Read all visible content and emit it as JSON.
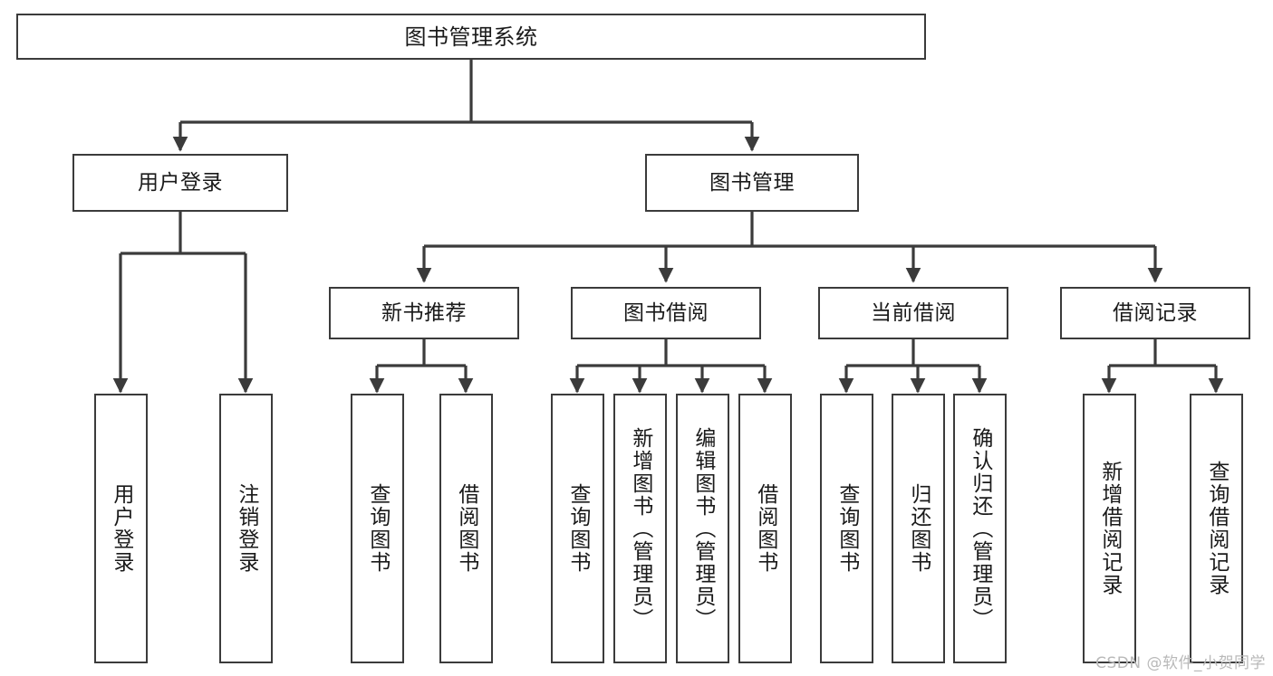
{
  "diagram": {
    "type": "tree-hierarchy",
    "title_node": {
      "label": "图书管理系统"
    },
    "level2": [
      {
        "id": "user-login",
        "label": "用户登录"
      },
      {
        "id": "book-management",
        "label": "图书管理"
      }
    ],
    "level3": [
      {
        "id": "new-book-recommend",
        "label": "新书推荐"
      },
      {
        "id": "book-borrow",
        "label": "图书借阅"
      },
      {
        "id": "current-borrow",
        "label": "当前借阅"
      },
      {
        "id": "borrow-record",
        "label": "借阅记录"
      }
    ],
    "leaves": [
      {
        "id": "leaf-user-login",
        "label": "用户登录",
        "parent": "user-login"
      },
      {
        "id": "leaf-user-logout",
        "label": "注销登录",
        "parent": "user-login"
      },
      {
        "id": "leaf-query-book-1",
        "label": "查询图书",
        "parent": "new-book-recommend"
      },
      {
        "id": "leaf-borrow-book-1",
        "label": "借阅图书",
        "parent": "new-book-recommend"
      },
      {
        "id": "leaf-query-book-2",
        "label": "查询图书",
        "parent": "book-borrow"
      },
      {
        "id": "leaf-add-book",
        "label": "新增图书（管理员）",
        "parent": "book-borrow"
      },
      {
        "id": "leaf-edit-book",
        "label": "编辑图书（管理员）",
        "parent": "book-borrow"
      },
      {
        "id": "leaf-borrow-book-2",
        "label": "借阅图书",
        "parent": "book-borrow"
      },
      {
        "id": "leaf-query-book-3",
        "label": "查询图书",
        "parent": "current-borrow"
      },
      {
        "id": "leaf-return-book",
        "label": "归还图书",
        "parent": "current-borrow"
      },
      {
        "id": "leaf-confirm-return",
        "label": "确认归还（管理员）",
        "parent": "current-borrow"
      },
      {
        "id": "leaf-add-record",
        "label": "新增借阅记录",
        "parent": "borrow-record"
      },
      {
        "id": "leaf-query-record",
        "label": "查询借阅记录",
        "parent": "borrow-record"
      }
    ],
    "colors": {
      "stroke": "#3b3b3b",
      "fill": "#ffffff",
      "text": "#1a1a1a",
      "watermark": "#b9b9b9"
    }
  },
  "watermark": {
    "text": "CSDN @软件_小贺同学"
  }
}
